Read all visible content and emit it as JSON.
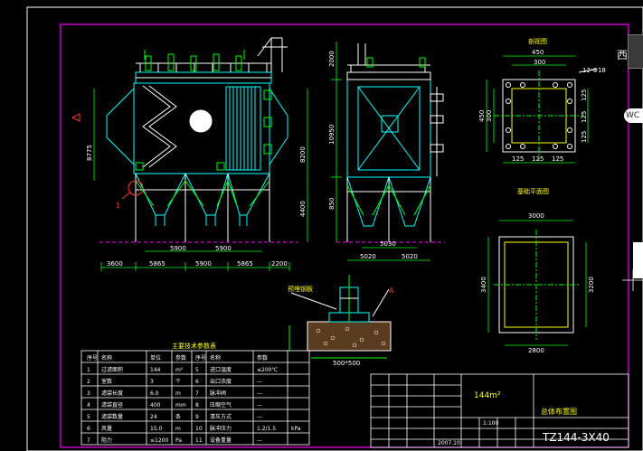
{
  "ui": {
    "overlay_char": "西",
    "caption_badge": "WC"
  },
  "drawing": {
    "title": "TZ144-3X40",
    "title_block_center": "144m²",
    "title_block_name": "总体布置图",
    "detail_label_1": "1",
    "detail_label_a": "A",
    "sections": {
      "top_right": "剖视图",
      "mid_right": "基础平面图"
    },
    "left_view_dims": {
      "bottom": [
        "3600",
        "5865",
        "5900",
        "5865",
        "2200"
      ],
      "hopper": [
        "5900",
        "5900"
      ],
      "vertical": [
        "8775",
        "8200",
        "4400"
      ]
    },
    "middle_view_dims": {
      "vertical": [
        "2000",
        "10950",
        "850"
      ],
      "bottom_top": "5030",
      "bottom": [
        "5020",
        "5020"
      ]
    },
    "plate_dims": {
      "top": [
        "450",
        "300"
      ],
      "note": "12-Φ18",
      "left": [
        "450",
        "300"
      ],
      "right": [
        "125",
        "125",
        "125"
      ],
      "bottom": [
        "125",
        "125",
        "125"
      ]
    },
    "foundation_dims": {
      "top": "3000",
      "left": "3400",
      "right": "3200",
      "bottom": "2800"
    },
    "anchor_dims": {
      "bottom": "500*500",
      "label": "预埋钢板"
    },
    "table": {
      "title": "主要技术参数表",
      "headers": [
        "序号",
        "名称",
        "单位",
        "参数",
        "序号",
        "名称",
        "参数"
      ],
      "rows": [
        [
          "1",
          "过滤面积",
          "144",
          "m²",
          "5",
          "进口温度",
          "≤200℃"
        ],
        [
          "2",
          "室数",
          "3",
          "个",
          "6",
          "出口浓度",
          "—"
        ],
        [
          "3",
          "滤袋长度",
          "6.0",
          "m",
          "7",
          "脉冲阀",
          "—"
        ],
        [
          "4",
          "滤袋直径",
          "400",
          "mm",
          "8",
          "压缩空气",
          "—"
        ],
        [
          "5",
          "滤袋数量",
          "24",
          "条",
          "9",
          "清灰方式",
          "—"
        ],
        [
          "6",
          "风量",
          "15.0",
          "m",
          "10",
          "脉冲压力",
          "1.2/1.5"
        ],
        [
          "7",
          "阻力",
          "≤1200",
          "Pa",
          "11",
          "设备重量",
          "—"
        ]
      ],
      "extra_col": [
        "",
        "",
        "",
        "",
        "",
        "kPa",
        ""
      ]
    },
    "titleblock": {
      "bottom_value": "2007.10",
      "scale": "1:100"
    }
  }
}
